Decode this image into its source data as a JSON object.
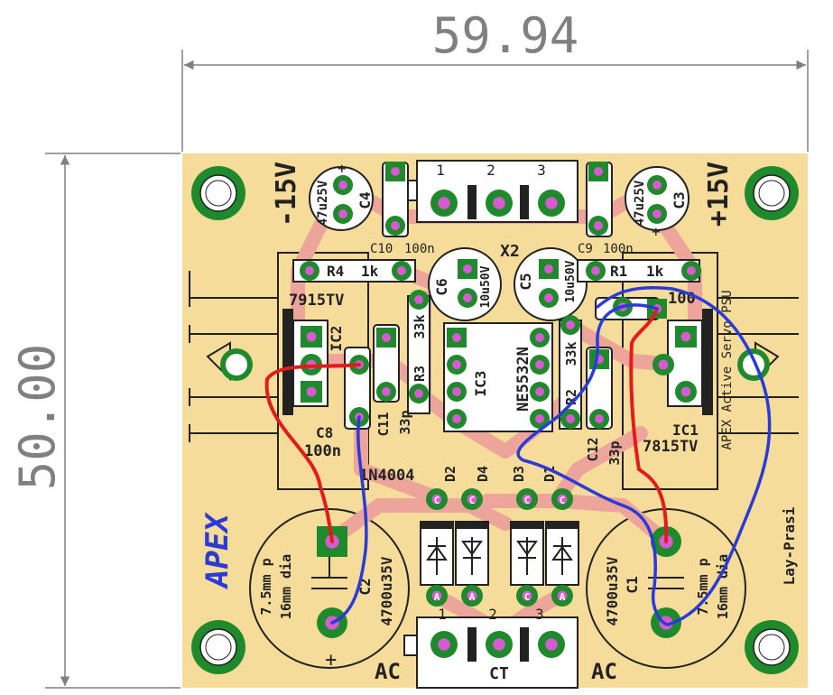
{
  "dimensions": {
    "width_label": "59.94",
    "height_label": "50.00"
  },
  "board": {
    "voltages": {
      "neg": "-15V",
      "pos": "+15V"
    },
    "brand": "APEX",
    "title_text": "APEX Active Servo PSU",
    "credit": "Lay-Prasi",
    "ac_left": "AC",
    "ac_right": "AC",
    "ct": "CT"
  },
  "colors": {
    "board": "#f6dc9a",
    "trace": "#eda49a",
    "pad": "#1f8a2c",
    "pad_center": "#d65ad0",
    "silk": "#222222",
    "wire_red": "#e21c1c",
    "wire_blue": "#2a3bd6"
  },
  "connectors": {
    "x2": {
      "label": "X2",
      "pins": [
        "1",
        "2",
        "3"
      ]
    },
    "ct": {
      "pins": [
        "1",
        "2",
        "3"
      ]
    }
  },
  "components": {
    "c4": {
      "ref": "C4",
      "value": "47u25V"
    },
    "c3": {
      "ref": "C3",
      "value": "47u25V"
    },
    "c10": {
      "ref": "C10",
      "value": "100n"
    },
    "c9": {
      "ref": "C9",
      "value": "100n"
    },
    "c6": {
      "ref": "C6",
      "value": "10u50V"
    },
    "c5": {
      "ref": "C5",
      "value": "10u50V"
    },
    "r4": {
      "ref": "R4",
      "value": "1k"
    },
    "r1": {
      "ref": "R1",
      "value": "1k"
    },
    "r3": {
      "ref": "R3",
      "value": "33k"
    },
    "r2": {
      "ref": "R2",
      "value": "33k"
    },
    "ic2": {
      "ref": "IC2",
      "value": "7915TV"
    },
    "ic1": {
      "ref": "IC1",
      "value": "7815TV"
    },
    "ic3": {
      "ref": "IC3",
      "value": "NE5532N"
    },
    "c8": {
      "ref": "C8",
      "value": "100n"
    },
    "c11": {
      "ref": "C11",
      "value": "33p"
    },
    "c12": {
      "ref": "C12",
      "value": "33p"
    },
    "c7_value": "100",
    "diodes": {
      "type": "1N4004",
      "refs": [
        "D2",
        "D4",
        "D3",
        "D1"
      ]
    },
    "c2": {
      "ref": "C2",
      "value": "4700u35V",
      "note1": "7.5mm p",
      "note2": "16mm dia"
    },
    "c1": {
      "ref": "C1",
      "value": "4700u35V",
      "note1": "7.5mm p",
      "note2": "16mm dia"
    }
  },
  "pad_labels": {
    "anode": "A",
    "cathode": "C",
    "plus": "+"
  }
}
